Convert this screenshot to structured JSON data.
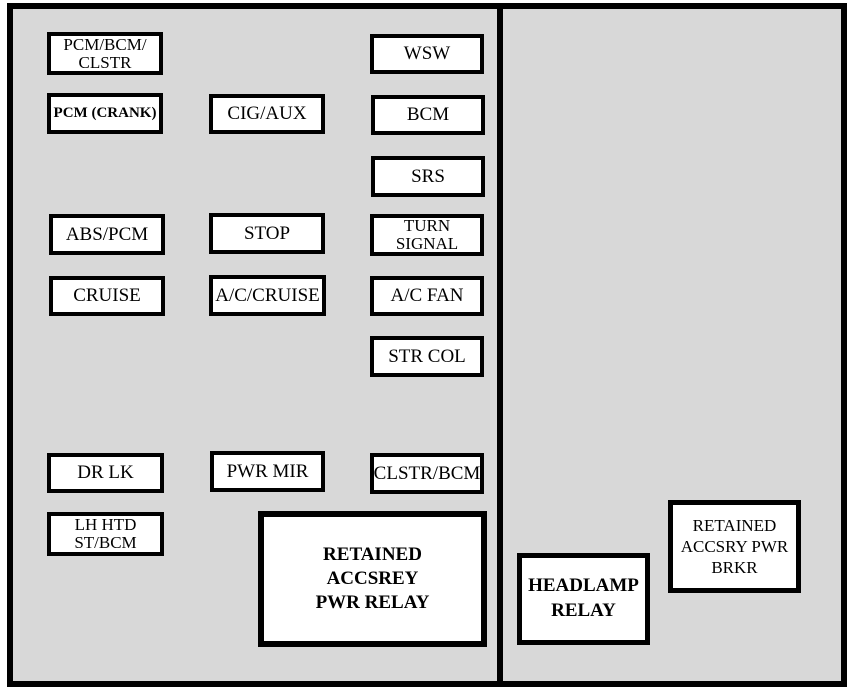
{
  "colors": {
    "page_background": "#ffffff",
    "panel_background": "#d8d8d8",
    "line_color": "#000000",
    "box_fill": "#ffffff"
  },
  "fuses": {
    "pcm_bcm_clstr": "PCM/BCM/\nCLSTR",
    "pcm_crank": "PCM (CRANK)",
    "cig_aux": "CIG/AUX",
    "wsw": "WSW",
    "bcm": "BCM",
    "srs": "SRS",
    "abs_pcm": "ABS/PCM",
    "stop": "STOP",
    "turn_signal": "TURN\nSIGNAL",
    "cruise": "CRUISE",
    "ac_cruise": "A/C/CRUISE",
    "ac_fan": "A/C FAN",
    "str_col": "STR COL",
    "dr_lk": "DR LK",
    "pwr_mir": "PWR MIR",
    "clstr_bcm": "CLSTR/BCM",
    "lh_htd_st_bcm": "LH HTD\nST/BCM"
  },
  "relays": {
    "retained_accsrey_pwr_relay": "RETAINED\nACCSREY\nPWR RELAY",
    "headlamp_relay": "HEADLAMP\nRELAY",
    "retained_accsry_pwr_brkr": "RETAINED\nACCSRY PWR\nBRKR"
  }
}
